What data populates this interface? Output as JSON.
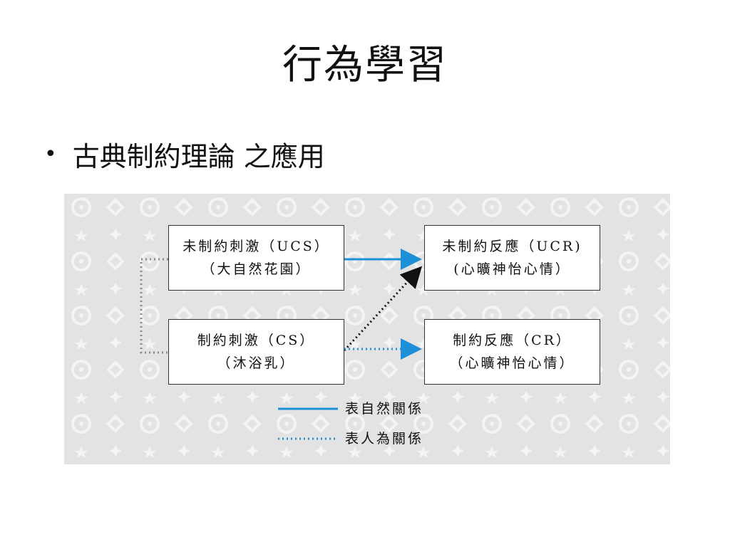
{
  "slide": {
    "title": "行為學習",
    "bullet": "古典制約理論 之應用"
  },
  "diagram": {
    "nodes": {
      "ucs": {
        "line1": "未制約刺激（UCS）",
        "line2": "（大自然花園）"
      },
      "ucr": {
        "line1": "未制約反應（UCR)",
        "line2": "(心曠神怡心情）"
      },
      "cs": {
        "line1": "制約刺激（CS）",
        "line2": "（沐浴乳）"
      },
      "cr": {
        "line1": "制約反應（CR）",
        "line2": "（心曠神怡心情）"
      }
    },
    "legend": {
      "natural": "表自然關係",
      "artificial": "表人為關係"
    },
    "colors": {
      "natural": "#1e90d8",
      "artificial": "#1e90d8",
      "association": "#111111",
      "bracket": "#8a8a8a",
      "pattern": "#f4f4f4",
      "background": "#e3e3e3"
    }
  }
}
